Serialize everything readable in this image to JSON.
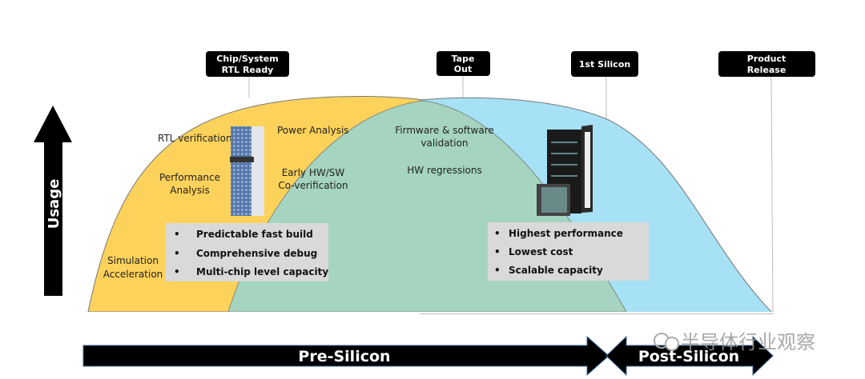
{
  "axis": {
    "label": "Usage"
  },
  "milestones": [
    {
      "line1": "Chip/System",
      "line2": "RTL Ready"
    },
    {
      "line1": "Tape",
      "line2": "Out"
    },
    {
      "line1": "1st Silicon",
      "sup": "st"
    },
    {
      "line1": "Product",
      "line2": "Release"
    }
  ],
  "labels": {
    "rtl": "RTL verification",
    "perf1": "Performance",
    "perf2": "Analysis",
    "sim1": "Simulation",
    "sim2": "Acceleration",
    "power": "Power Analysis",
    "early1": "Early HW/SW",
    "early2": "Co-verification",
    "fw1": "Firmware & software",
    "fw2": "validation",
    "hwreg": "HW regressions"
  },
  "emulation_box": [
    "Predictable fast build",
    "Comprehensive debug",
    "Multi-chip level capacity"
  ],
  "prototyping_box": [
    "Highest performance",
    "Lowest cost",
    "Scalable capacity"
  ],
  "phases": {
    "pre": "Pre-Silicon",
    "post": "Post-Silicon"
  },
  "watermark": "半导体行业观察",
  "colors": {
    "simulation": "#fdd25a",
    "emulation": "#a5d4c0",
    "prototyping": "#a6e1f5",
    "box": "#d9d9d9"
  }
}
